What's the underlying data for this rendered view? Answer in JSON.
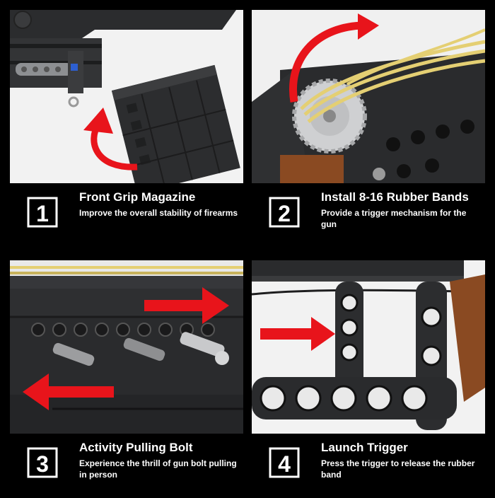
{
  "panels": [
    {
      "number": "1",
      "title": "Front Grip Magazine",
      "desc": "Improve the overall stability of firearms"
    },
    {
      "number": "2",
      "title": "Install 8-16 Rubber Bands",
      "desc": "Provide a trigger mechanism for the gun"
    },
    {
      "number": "3",
      "title": "Activity Pulling Bolt",
      "desc": "Experience the thrill of gun bolt pulling in person"
    },
    {
      "number": "4",
      "title": "Launch Trigger",
      "desc": "Press the trigger to release the rubber band"
    }
  ],
  "colors": {
    "arrow": "#e8141b",
    "brick": "#2a2b2d",
    "rubber_band": "#e4cf73",
    "wood": "#8a4a22",
    "background": "#000000"
  }
}
